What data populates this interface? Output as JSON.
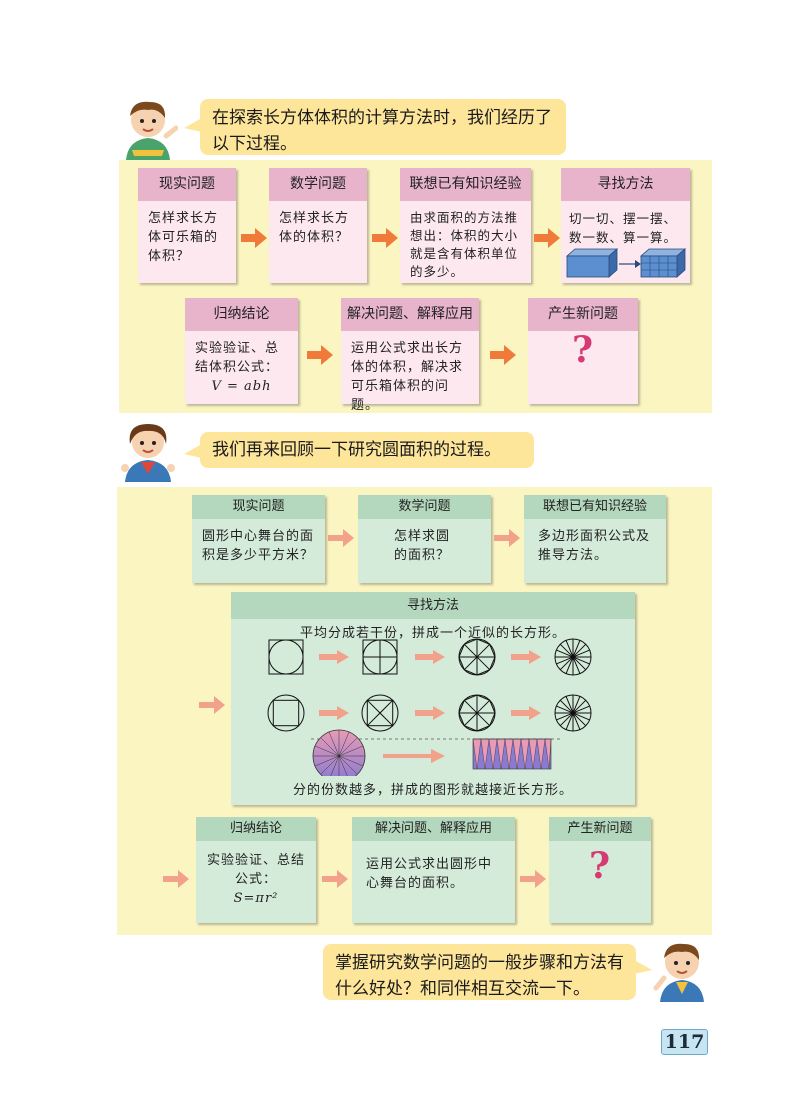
{
  "intro1": {
    "text": "在探索长方体体积的计算方法时，我们经历了以下过程。"
  },
  "section1": {
    "row1": [
      {
        "title": "现实问题",
        "body": "怎样求长方体可乐箱的体积？"
      },
      {
        "title": "数学问题",
        "body": "怎样求长方体的体积？"
      },
      {
        "title": "联想已有知识经验",
        "body": "由求面积的方法推想出：体积的大小就是含有体积单位的多少。"
      },
      {
        "title": "寻找方法",
        "body": "切一切、摆一摆、数一数、算一算。"
      }
    ],
    "row2": [
      {
        "title": "归纳结论",
        "body": "实验验证、总结体积公式：",
        "formula": "V = abh"
      },
      {
        "title": "解决问题、解释应用",
        "body": "运用公式求出长方体的体积，解决求可乐箱体积的问题。"
      },
      {
        "title": "产生新问题",
        "qmark": "?"
      }
    ]
  },
  "intro2": {
    "text": "我们再来回顾一下研究圆面积的过程。"
  },
  "section2": {
    "row1": [
      {
        "title": "现实问题",
        "body": "圆形中心舞台的面积是多少平方米？"
      },
      {
        "title": "数学问题",
        "body": "怎样求圆的面积？"
      },
      {
        "title": "联想已有知识经验",
        "body": "多边形面积公式及推导方法。"
      }
    ],
    "method": {
      "title": "寻找方法",
      "top_text": "平均分成若干份，拼成一个近似的长方形。",
      "bottom_text": "分的份数越多，拼成的图形就越接近长方形。"
    },
    "row2": [
      {
        "title": "归纳结论",
        "body": "实验验证、总结公式：",
        "formula": "S=πr²"
      },
      {
        "title": "解决问题、解释应用",
        "body": "运用公式求出圆形中心舞台的面积。"
      },
      {
        "title": "产生新问题",
        "qmark": "?"
      }
    ]
  },
  "outro": {
    "text": "掌握研究数学问题的一般步骤和方法有什么好处？和同伴相互交流一下。"
  },
  "page_number": "117",
  "colors": {
    "arrow": "#f07a3a",
    "arrow_light": "#f2a18a",
    "pink_header": "#e7b4cc",
    "green_header": "#b4d8bd",
    "bubble": "#fde59a",
    "panel": "#fbf5c2"
  }
}
